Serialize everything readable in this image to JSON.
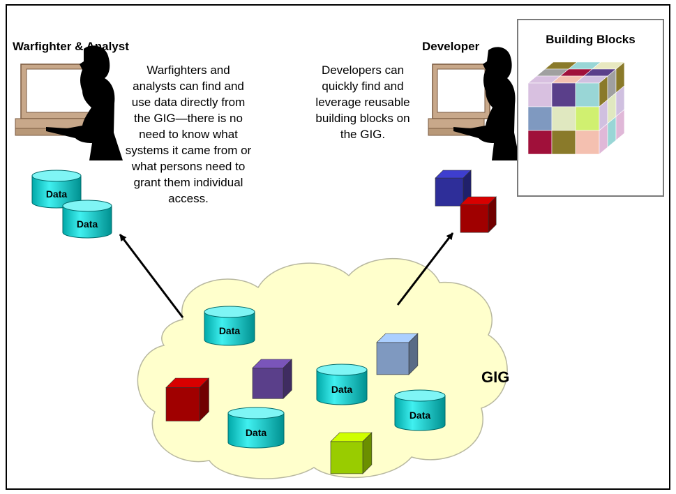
{
  "warfighter": {
    "title": "Warfighter & Analyst",
    "description": [
      "Warfighters and",
      "analysts can find and",
      "use data directly from",
      "the GIG—there is no",
      "need to know what",
      "systems it came from or",
      "what persons need to",
      "grant them individual",
      "access."
    ]
  },
  "developer": {
    "title": "Developer",
    "description": [
      "Developers can",
      "quickly find and",
      "leverage reusable",
      "building blocks on",
      "the GIG."
    ]
  },
  "building_blocks": {
    "title": "Building Blocks"
  },
  "gig": {
    "label": "GIG"
  },
  "data_label": "Data",
  "colors": {
    "cylinder": "#00c8c8",
    "cloud": "#ffffcc",
    "cube_red": "#a00000",
    "cube_blue": "#2e2e99",
    "cube_purple": "#5a3f8a",
    "cube_steel": "#7f99c0",
    "cube_green": "#99cc00"
  }
}
